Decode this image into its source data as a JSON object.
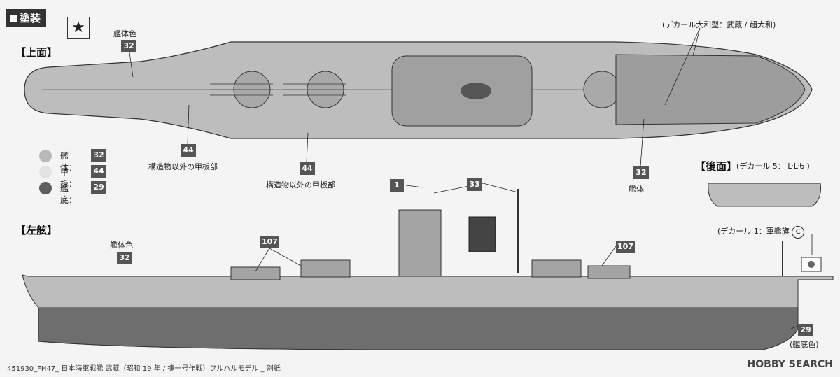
{
  "section_title": "塗装",
  "views": {
    "top": "【上面】",
    "rear": "【後面】",
    "side": "【左舷】"
  },
  "callouts": {
    "top_hull_name": "艦体色",
    "top_hull_num": "32",
    "deck_num_1": "44",
    "deck_label_1": "構造物以外の甲板部",
    "deck_num_2": "44",
    "deck_label_2": "構造物以外の甲板部",
    "top_right_num": "32",
    "top_right_label": "艦体",
    "decal_top": "(デカール大和型：武蔵 / 超大和)",
    "rear_decal": "(デカール 5：",
    "rear_decal_chars": "ᒷᒷᑲ )",
    "side_hull_name": "艦体色",
    "side_hull_num": "32",
    "side_107_a": "107",
    "side_107_b": "107",
    "side_1": "1",
    "side_33": "33",
    "flag_decal": "(デカール 1：軍艦旗",
    "flag_letter": "C",
    "bottom_num": "29",
    "bottom_label": "(艦底色)"
  },
  "legend": [
    {
      "name": "艦体：",
      "num": "32",
      "color": "#b9b9b9"
    },
    {
      "name": "甲板：",
      "num": "44",
      "color": "#e3e3e3"
    },
    {
      "name": "艦底：",
      "num": "29",
      "color": "#5f5f5f"
    }
  ],
  "footer": "451930_FH47_ 日本海軍戦艦 武蔵（昭和 19 年 / 捷一号作戦）フルハルモデル _ 別紙",
  "logo": "HOBBY SEARCH"
}
